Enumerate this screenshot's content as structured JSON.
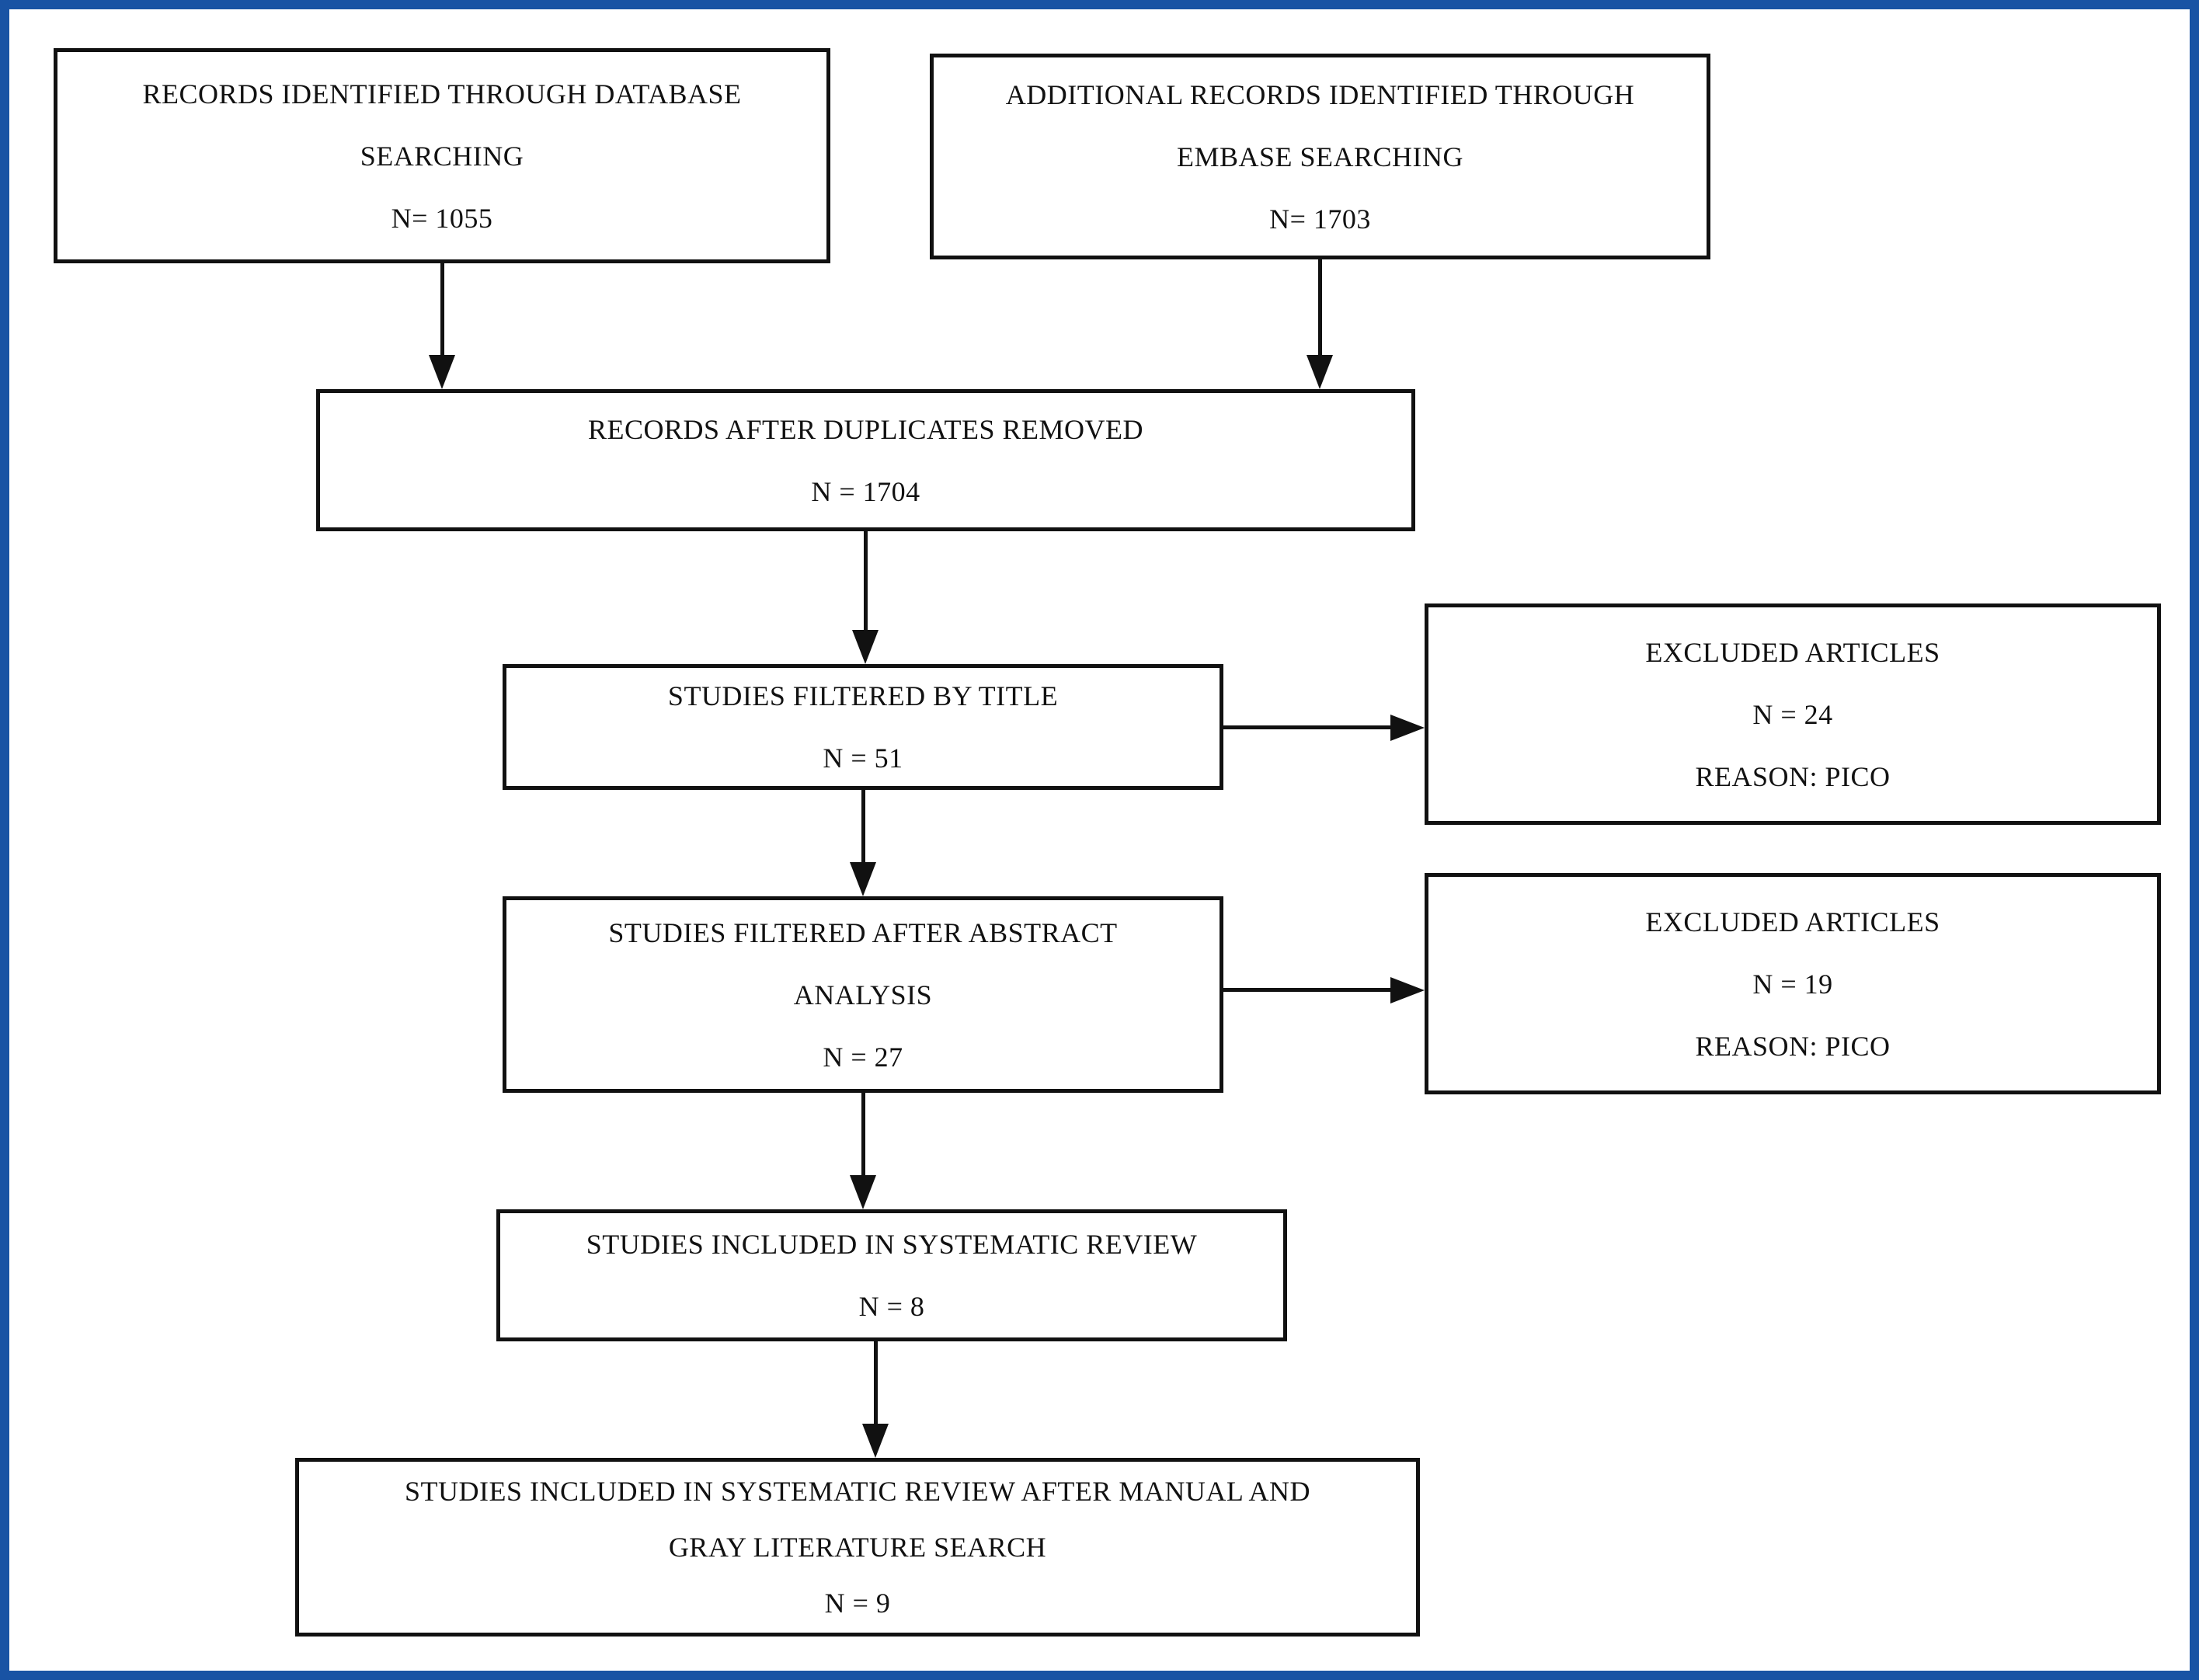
{
  "diagram": {
    "type": "prisma-flowchart",
    "frame_color": "#1953a4",
    "box_border_color": "#111111",
    "text_color": "#111111",
    "background": "#ffffff",
    "nodes": [
      {
        "id": "db-search",
        "lines": [
          "RECORDS IDENTIFIED THROUGH DATABASE",
          "SEARCHING",
          "N= 1055"
        ]
      },
      {
        "id": "embase-search",
        "lines": [
          "ADDITIONAL RECORDS IDENTIFIED THROUGH",
          "EMBASE SEARCHING",
          "N= 1703"
        ]
      },
      {
        "id": "duplicates-removed",
        "lines": [
          "RECORDS AFTER DUPLICATES REMOVED",
          "N = 1704"
        ]
      },
      {
        "id": "filtered-title",
        "lines": [
          "STUDIES FILTERED BY TITLE",
          "N = 51"
        ]
      },
      {
        "id": "excluded-title",
        "lines": [
          "EXCLUDED ARTICLES",
          "N = 24",
          "REASON: PICO"
        ]
      },
      {
        "id": "filtered-abstract",
        "lines": [
          "STUDIES FILTERED AFTER ABSTRACT",
          "ANALYSIS",
          "N = 27"
        ]
      },
      {
        "id": "excluded-abstract",
        "lines": [
          "EXCLUDED ARTICLES",
          "N = 19",
          "REASON: PICO"
        ]
      },
      {
        "id": "included-review",
        "lines": [
          "STUDIES INCLUDED IN SYSTEMATIC REVIEW",
          "N = 8"
        ]
      },
      {
        "id": "included-final",
        "lines": [
          "STUDIES INCLUDED IN SYSTEMATIC REVIEW AFTER MANUAL AND",
          "GRAY LITERATURE SEARCH",
          "N = 9"
        ]
      }
    ],
    "edges": [
      {
        "from": "db-search",
        "to": "duplicates-removed"
      },
      {
        "from": "embase-search",
        "to": "duplicates-removed"
      },
      {
        "from": "duplicates-removed",
        "to": "filtered-title"
      },
      {
        "from": "filtered-title",
        "to": "excluded-title"
      },
      {
        "from": "filtered-title",
        "to": "filtered-abstract"
      },
      {
        "from": "filtered-abstract",
        "to": "excluded-abstract"
      },
      {
        "from": "filtered-abstract",
        "to": "included-review"
      },
      {
        "from": "included-review",
        "to": "included-final"
      }
    ]
  }
}
